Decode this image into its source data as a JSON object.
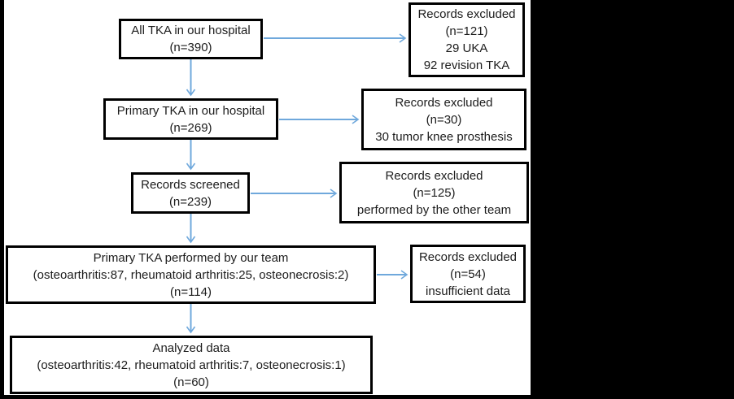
{
  "flow": {
    "box_all_tka": {
      "lines": [
        "All TKA in our hospital",
        "(n=390)"
      ]
    },
    "box_primary_tka": {
      "lines": [
        "Primary TKA in our hospital",
        "(n=269)"
      ]
    },
    "box_records_screened": {
      "lines": [
        "Records screened",
        "(n=239)"
      ]
    },
    "box_primary_team": {
      "lines": [
        "Primary TKA performed by our team",
        "(osteoarthritis:87, rheumatoid arthritis:25, osteonecrosis:2)",
        "(n=114)"
      ]
    },
    "box_analyzed": {
      "lines": [
        "Analyzed  data",
        "(osteoarthritis:42, rheumatoid arthritis:7, osteonecrosis:1)",
        "(n=60)"
      ]
    },
    "box_excluded_1": {
      "lines": [
        "Records excluded",
        "(n=121)",
        "29 UKA",
        "92 revision TKA"
      ]
    },
    "box_excluded_2": {
      "lines": [
        "Records excluded",
        "(n=30)",
        "30 tumor knee prosthesis"
      ]
    },
    "box_excluded_3": {
      "lines": [
        "Records excluded",
        "(n=125)",
        "performed by the other team"
      ]
    },
    "box_excluded_4": {
      "lines": [
        "Records excluded",
        "(n=54)",
        "insufficient data"
      ]
    }
  },
  "colors": {
    "arrow": "#6fa8dc",
    "border": "#000000",
    "text": "#1c1c1c",
    "background": "#ffffff",
    "mask": "#000000"
  }
}
